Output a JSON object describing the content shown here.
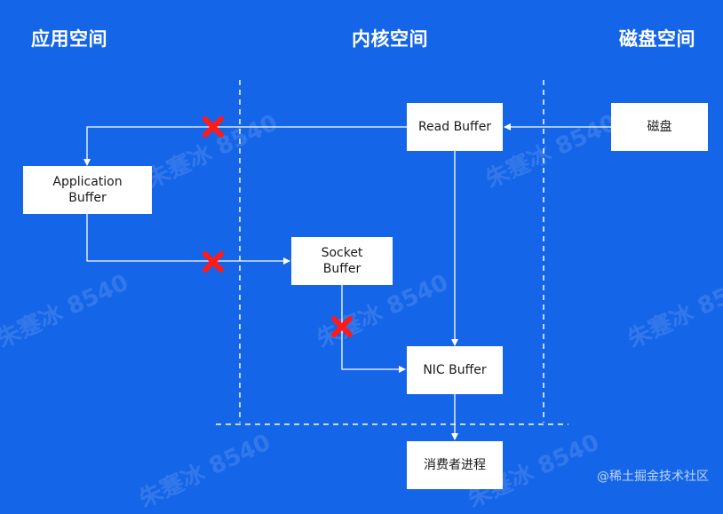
{
  "sections": {
    "app": "应用空间",
    "kernel": "内核空间",
    "disk": "磁盘空间"
  },
  "nodes": {
    "read_buffer": "Read Buffer",
    "disk": "磁盘",
    "application_buffer": "Application Buffer",
    "application_buffer_line1": "Application",
    "application_buffer_line2": "Buffer",
    "socket_buffer_line1": "Socket",
    "socket_buffer_line2": "Buffer",
    "nic_buffer": "NIC Buffer",
    "consumer": "消费者进程"
  },
  "watermark": "朱蹇冰 8540",
  "credit": "@稀土掘金技术社区",
  "colors": {
    "background": "#1565e8",
    "box": "#ffffff",
    "line": "#ffffff",
    "cross": "#ff1a1a"
  }
}
